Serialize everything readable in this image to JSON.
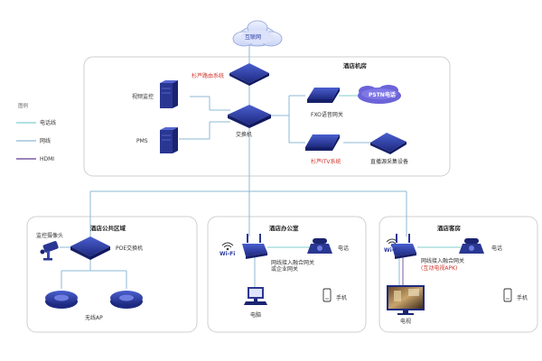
{
  "colors": {
    "accent": "#2b3a9f",
    "phone_line": "#7fcfcf",
    "network_line": "#8db8d6",
    "hdmi_line": "#7b5aa6",
    "red_text": "#d0342c",
    "border": "#cfcfcf"
  },
  "legend": {
    "title": "图例",
    "items": [
      {
        "label": "电话线",
        "color": "#7fcfcf"
      },
      {
        "label": "网线",
        "color": "#8db8d6"
      },
      {
        "label": "HDMI",
        "color": "#7b5aa6"
      }
    ]
  },
  "top": {
    "internet": "互联网"
  },
  "machine_room": {
    "title": "酒店机房",
    "router_label": "杉芦路由系统",
    "switch_label": "交换机",
    "cctv_label": "视频监控",
    "pms_label": "PMS",
    "fxo_label": "FXO语音网关",
    "pstn_label": "PSTN电话",
    "itv_label": "杉芦ITV系统",
    "live_label": "直播源采集设备"
  },
  "public_area": {
    "title": "酒店公共区域",
    "camera_label": "监控摄像头",
    "poe_label": "POE交换机",
    "ap_label": "无线AP"
  },
  "office": {
    "title": "酒店办公室",
    "wifi_label": "Wi-Fi",
    "gateway_label": "网线接入融合网关\n或企业网关",
    "phone_label": "电话",
    "pc_label": "电脑",
    "mobile_label": "手机"
  },
  "guest_room": {
    "title": "酒店客房",
    "wifi_label": "Wi-Fi",
    "gateway_label": "网线接入融合网关",
    "gateway_sub": "(互动电视APK)",
    "phone_label": "电话",
    "tv_label": "电视",
    "mobile_label": "手机"
  }
}
